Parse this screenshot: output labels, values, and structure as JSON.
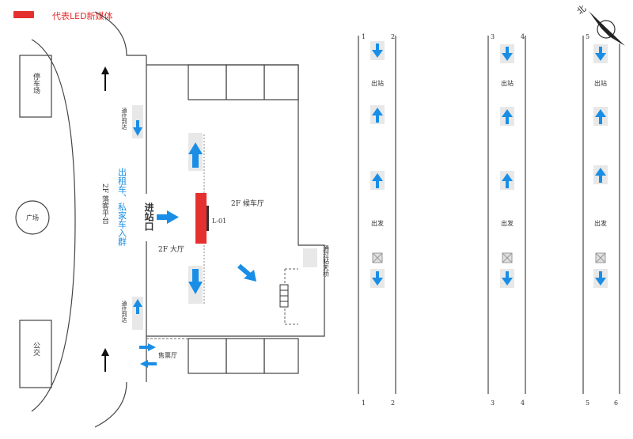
{
  "legend": {
    "label": "代表LED新媒体",
    "color": "#e53030"
  },
  "compass": {
    "label": "北",
    "icon": "north-arrow-icon"
  },
  "colors": {
    "arrow_blue": "#1a8ee6",
    "screen_red": "#e53030",
    "blue_text": "#1a8ee6"
  },
  "left_area": {
    "parking": "停车场",
    "plaza": "广场",
    "bus": "公交",
    "taxi_label": "出租车、私家车入群",
    "platform_label": "2F 落客平台",
    "to_platform_top": "通往到达",
    "to_platform_bottom": "通往到达"
  },
  "station": {
    "entrance": "进站口",
    "hall_2f": "2F 大厅",
    "waiting_hall": "2F 候车厅",
    "screen_id": "L-01",
    "ticket_hall": "售票厅",
    "overpass": "通过站天桥"
  },
  "tracks": {
    "exit_label": "出站",
    "depart_label": "出发",
    "groups": [
      {
        "left": "1",
        "right": "2"
      },
      {
        "left": "3",
        "right": "4"
      },
      {
        "left": "5",
        "right": "6"
      }
    ]
  }
}
